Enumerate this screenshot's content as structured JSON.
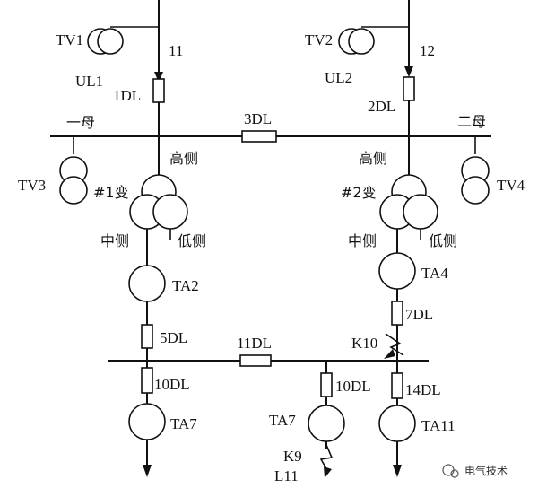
{
  "labels": {
    "tv1": "TV1",
    "ul1": "UL1",
    "line11": "11",
    "dl1": "1DL",
    "tv2": "TV2",
    "ul2": "UL2",
    "line12": "12",
    "dl2": "2DL",
    "bus1": "一母",
    "dl3": "3DL",
    "bus2": "二母",
    "tv3": "TV3",
    "hv1": "高侧",
    "t1": "#1变",
    "mv1": "中侧",
    "lv1": "低侧",
    "hv2": "高侧",
    "t2": "#2变",
    "mv2": "中侧",
    "lv2": "低侧",
    "tv4": "TV4",
    "ta2": "TA2",
    "ta4": "TA4",
    "dl7": "7DL",
    "dl5": "5DL",
    "dl11": "11DL",
    "k10": "K10",
    "dl10a": "10DL",
    "dl10b": "10DL",
    "dl14": "14DL",
    "ta7a": "TA7",
    "ta7b": "TA7",
    "ta11": "TA11",
    "k9": "K9",
    "l11": "L11"
  },
  "watermark": "电气技术"
}
